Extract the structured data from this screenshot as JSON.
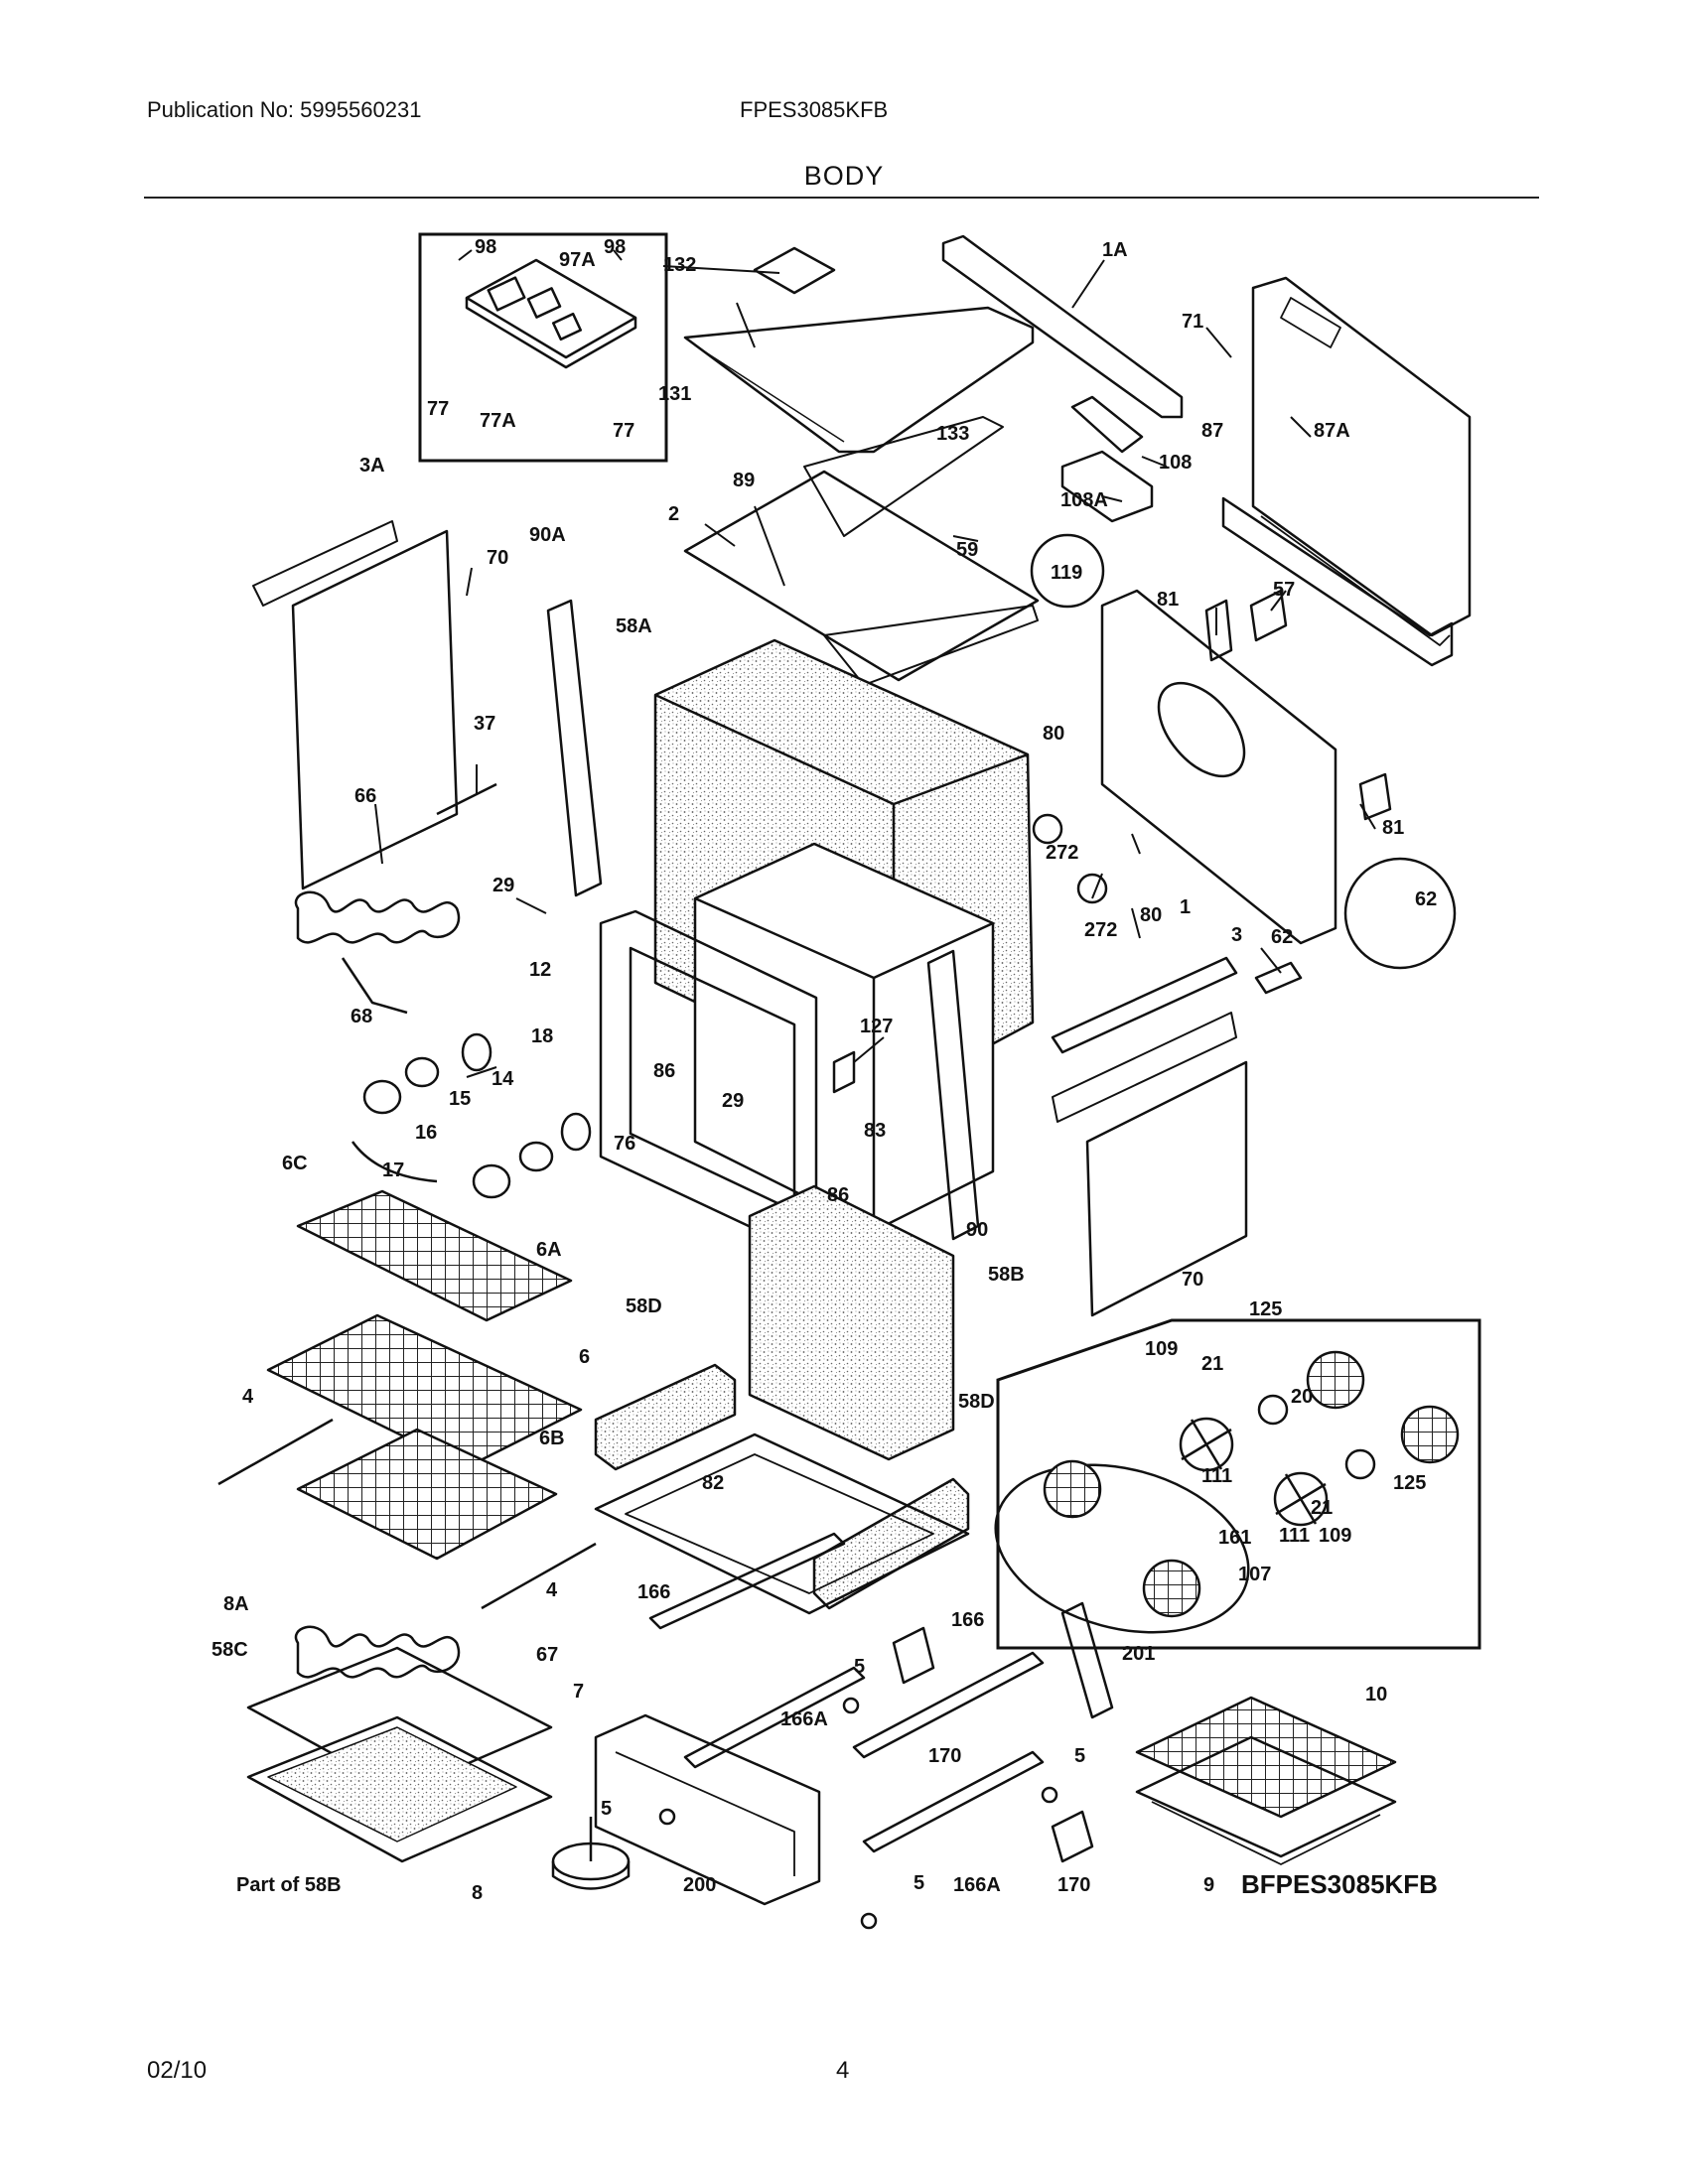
{
  "header": {
    "publication": "Publication No: 5995560231",
    "model": "FPES3085KFB",
    "section": "BODY"
  },
  "footer": {
    "date": "02/10",
    "page": "4"
  },
  "diagram": {
    "drawing_id": "BFPES3085KFB",
    "part_labels": {
      "p98a": "98",
      "p98b": "98",
      "p97a": "97A",
      "p77a1": "77",
      "p77a": "77A",
      "p77b": "77",
      "p132": "132",
      "p1a": "1A",
      "p131": "131",
      "p71": "71",
      "p87": "87",
      "p87a": "87A",
      "p108": "108",
      "p108a": "108A",
      "p133": "133",
      "p3a": "3A",
      "p89": "89",
      "p2": "2",
      "p59": "59",
      "p90a": "90A",
      "p70a": "70",
      "p119": "119",
      "p81a": "81",
      "p57": "57",
      "p58a": "58A",
      "p37": "37",
      "p80a": "80",
      "p81b": "81",
      "p272a": "272",
      "p66": "66",
      "p29a": "29",
      "p62a": "62",
      "p80b": "80",
      "p1": "1",
      "p272b": "272",
      "p12": "12",
      "p3": "3",
      "p62b": "62",
      "p68": "68",
      "p127": "127",
      "p18": "18",
      "p86a": "86",
      "p14": "14",
      "p15": "15",
      "p29b": "29",
      "p16": "16",
      "p76": "76",
      "p83": "83",
      "p17": "17",
      "p6c": "6C",
      "p86b": "86",
      "p90": "90",
      "p6a": "6A",
      "p70b": "70",
      "p58b": "58B",
      "p125a": "125",
      "p58d1": "58D",
      "p109a": "109",
      "p21a": "21",
      "p6": "6",
      "p20": "20",
      "p4a": "4",
      "p58d2": "58D",
      "p6b": "6B",
      "p82": "82",
      "p111a": "111",
      "p125b": "125",
      "p21b": "21",
      "p161": "161",
      "p111b": "111",
      "p109b": "109",
      "p107": "107",
      "p4b": "4",
      "p166a1": "166",
      "p8a": "8A",
      "p166b": "166",
      "p58c": "58C",
      "p67": "67",
      "p5a": "5",
      "p201": "201",
      "p7": "7",
      "p166aa": "166A",
      "p10": "10",
      "p170a": "170",
      "p5b": "5",
      "p5c": "5",
      "p58bpart": "Part of 58B",
      "p8": "8",
      "p200": "200",
      "p5d": "5",
      "p166ab": "166A",
      "p170b": "170",
      "p9": "9"
    }
  }
}
